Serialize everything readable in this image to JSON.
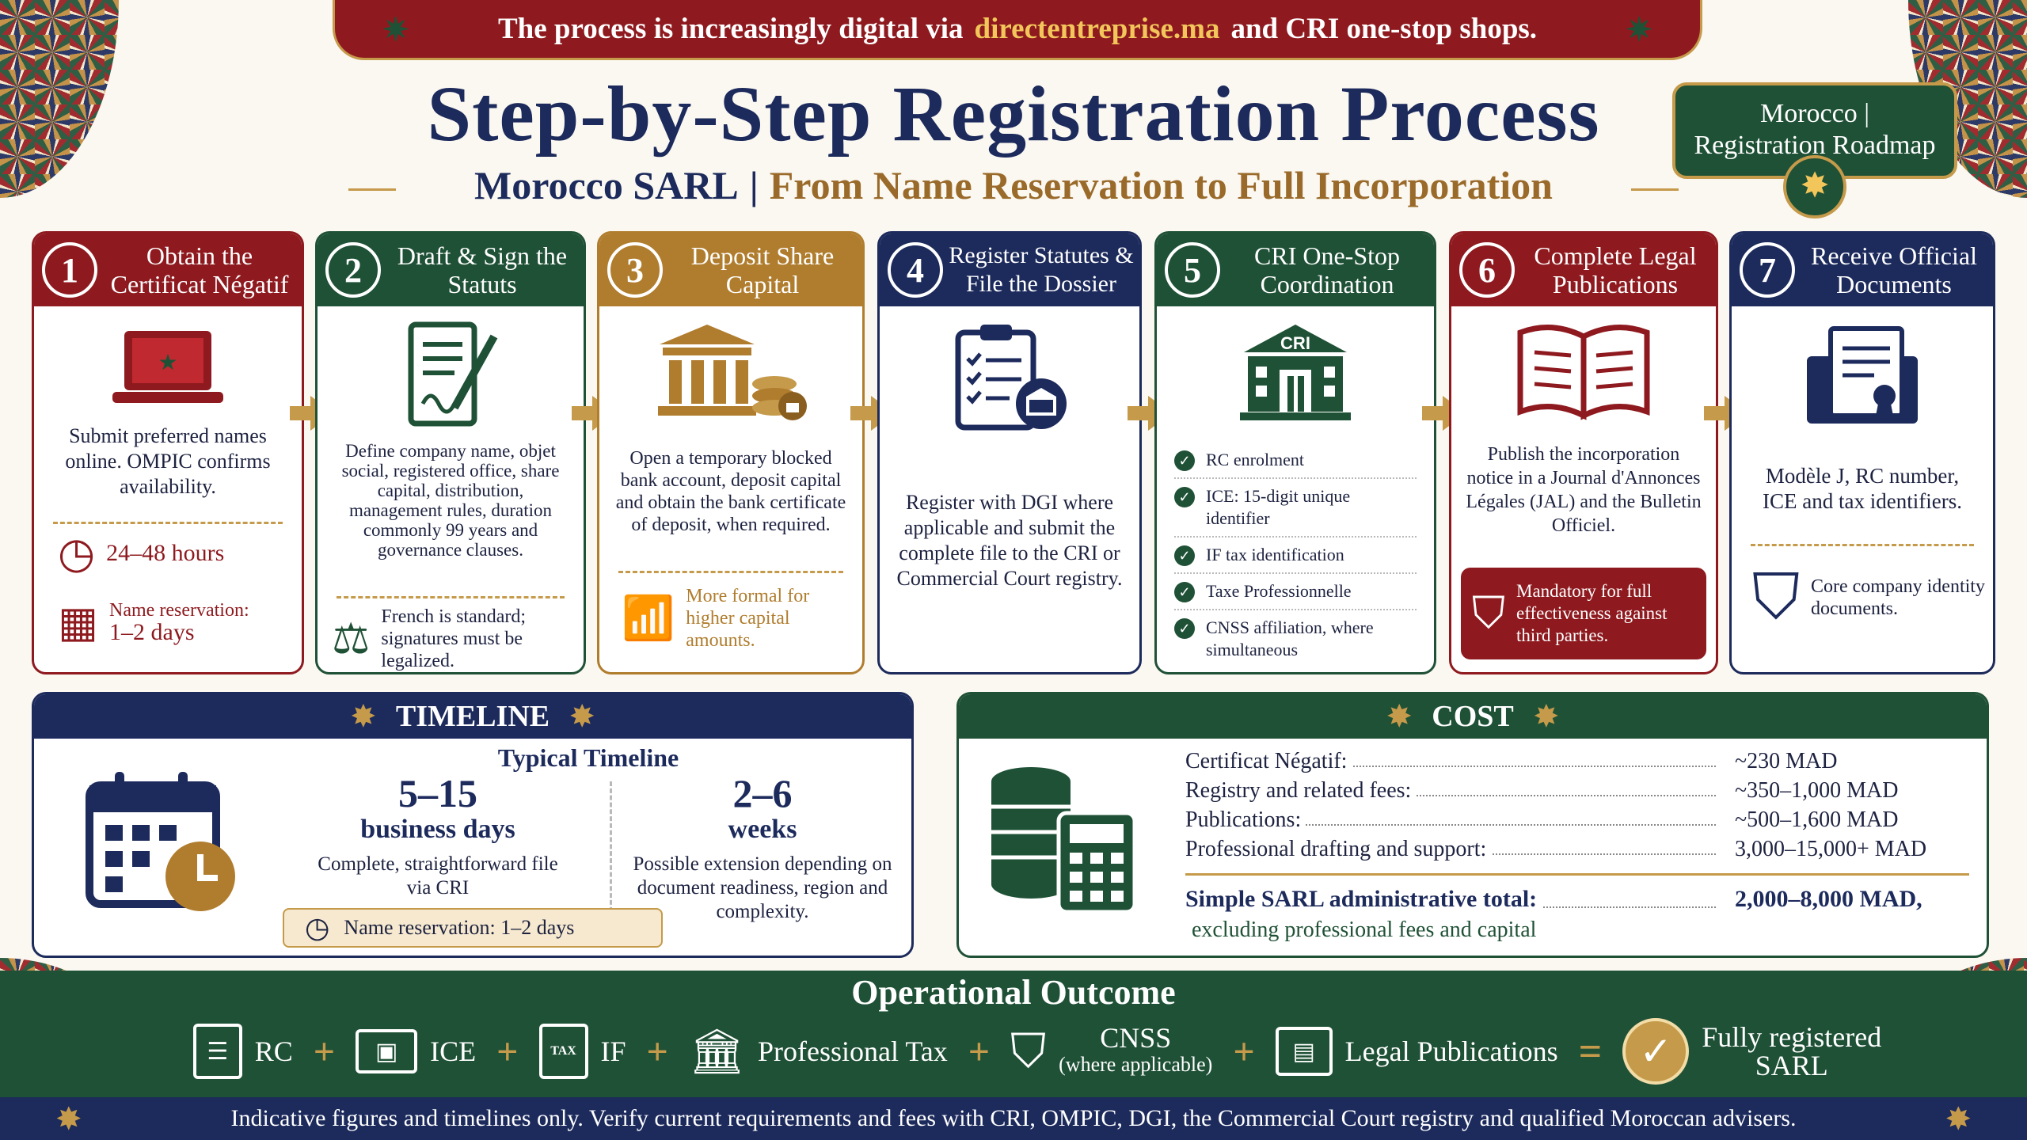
{
  "banner": {
    "text_before": "The process is increasingly digital via",
    "highlight": "directentreprise.ma",
    "text_after": "and CRI one-stop shops."
  },
  "title": "Step-by-Step Registration Process",
  "subtitle": {
    "part1": "Morocco SARL",
    "separator": "|",
    "part2": "From Name Reservation to Full Incorporation"
  },
  "badge": {
    "line1": "Morocco |",
    "line2": "Registration Roadmap"
  },
  "colors": {
    "red": "#8e1a1f",
    "green": "#1f5136",
    "gold": "#b07d2e",
    "navy": "#1c2a5c"
  },
  "steps": [
    {
      "number": "1",
      "title": "Obtain the Certificat Négatif",
      "icon": "laptop-icon",
      "description": "Submit preferred names online. OMPIC confirms availability.",
      "note1": "24–48 hours",
      "note2_label": "Name reservation:",
      "note2_value": "1–2 days"
    },
    {
      "number": "2",
      "title": "Draft & Sign the Statuts",
      "icon": "document-sign-icon",
      "description": "Define company name, objet social, registered office, share capital, distribution, management rules, duration commonly 99 years and governance clauses.",
      "note": "French is standard; signatures must be legalized."
    },
    {
      "number": "3",
      "title": "Deposit Share Capital",
      "icon": "bank-icon",
      "description": "Open a temporary blocked bank account, deposit capital and obtain the bank certificate of deposit, when required.",
      "note": "More formal for higher capital amounts."
    },
    {
      "number": "4",
      "title": "Register Statutes & File the Dossier",
      "icon": "clipboard-icon",
      "description": "Register with DGI where applicable and submit the complete file to the CRI or Commercial Court registry."
    },
    {
      "number": "5",
      "title": "CRI One-Stop Coordination",
      "icon": "cri-building-icon",
      "building_label": "CRI",
      "checks": [
        "RC enrolment",
        "ICE: 15-digit unique identifier",
        "IF tax identification",
        "Taxe Professionnelle",
        "CNSS affiliation, where simultaneous"
      ]
    },
    {
      "number": "6",
      "title": "Complete Legal Publications",
      "icon": "book-icon",
      "description": "Publish the incorporation notice in a Journal d'Annonces Légales (JAL) and the Bulletin Officiel.",
      "note": "Mandatory for full effectiveness against third parties."
    },
    {
      "number": "7",
      "title": "Receive Official Documents",
      "icon": "certificate-icon",
      "description": "Modèle J, RC number, ICE and tax identifiers.",
      "note": "Core company identity documents."
    }
  ],
  "timeline": {
    "heading": "TIMELINE",
    "subheading": "Typical Timeline",
    "col1": {
      "value": "5–15",
      "unit": "business days",
      "desc": "Complete, straightforward file via CRI"
    },
    "col2": {
      "value": "2–6",
      "unit": "weeks",
      "desc": "Possible extension depending on document readiness, region and complexity."
    },
    "pill": "Name reservation: 1–2 days"
  },
  "cost": {
    "heading": "COST",
    "rows": [
      {
        "label": "Certificat Négatif:",
        "value": "~230 MAD"
      },
      {
        "label": "Registry and related fees:",
        "value": "~350–1,000 MAD"
      },
      {
        "label": "Publications:",
        "value": "~500–1,600 MAD"
      },
      {
        "label": "Professional drafting and support:",
        "value": "3,000–15,000+ MAD"
      }
    ],
    "total_label": "Simple SARL administrative total:",
    "total_value": "2,000–8,000 MAD,",
    "total_note": "excluding professional fees and capital"
  },
  "outcome": {
    "title": "Operational Outcome",
    "items": [
      {
        "label": "RC"
      },
      {
        "label": "ICE"
      },
      {
        "label": "IF"
      },
      {
        "label": "Professional Tax"
      },
      {
        "label": "CNSS",
        "sub": "(where applicable)"
      },
      {
        "label": "Legal Publications"
      }
    ],
    "equals": "=",
    "plus": "+",
    "result_line1": "Fully registered",
    "result_line2": "SARL",
    "tax_tag": "TAX"
  },
  "footer": "Indicative figures and timelines only. Verify current requirements and fees with CRI, OMPIC, DGI, the Commercial Court registry and qualified Moroccan advisers."
}
